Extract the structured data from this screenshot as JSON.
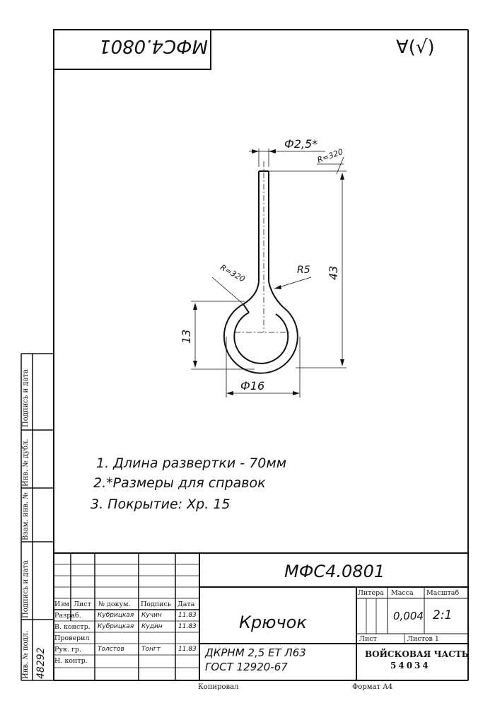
{
  "stamp": {
    "top_code_rotated": "МФС4.0801",
    "roughness_mark": "∀(√)"
  },
  "drawing": {
    "dims": {
      "wire_diameter": "Ф2,5*",
      "top_radius": "R=320",
      "mid_radius": "R=320",
      "bend_radius": "R5",
      "length": "43",
      "ring_height": "13",
      "ring_diameter": "Ф16"
    }
  },
  "notes": [
    "1. Длина развертки - 70мм",
    "2.*Размеры для справок",
    "3. Покрытие: Хр. 15"
  ],
  "side_labels": {
    "sign_date_top": "Подпись и дата",
    "dup_inv": "Инв. № дубл.",
    "replaced_inv": "Взам. инв. №",
    "sign_date_bottom": "Подпись и дата",
    "orig_inv": "Инв. № подл.",
    "orig_inv_value": "48292"
  },
  "title_block": {
    "doc_code": "МФС4.0801",
    "name": "Крючок",
    "material_line1": "ДКРНМ 2,5 ЕТ Л63",
    "material_line2": "ГОСТ 12920-67",
    "col_change": "Изм",
    "col_sheet": "Лист",
    "col_doc": "№ докум.",
    "col_sign": "Подпись",
    "col_date": "Дата",
    "rows": [
      {
        "role": "Разраб.",
        "name": "Кубрицкая",
        "sign": "Кучин",
        "date": "11.83"
      },
      {
        "role": "В. констр.",
        "name": "Кубрицкая",
        "sign": "Кудин",
        "date": "11.83"
      },
      {
        "role": "Проверил",
        "name": "",
        "sign": "",
        "date": ""
      },
      {
        "role": "Рук. гр.",
        "name": "Толстов",
        "sign": "Тонгт",
        "date": "11.83"
      },
      {
        "role": "Н. контр.",
        "name": "",
        "sign": "",
        "date": ""
      }
    ],
    "litera_label": "Литера",
    "mass_label": "Масса",
    "scale_label": "Масштаб",
    "mass_value": "0,004",
    "scale_value": "2:1",
    "sheet_label": "Лист",
    "sheets_label": "Листов 1",
    "org_line1": "ВОЙСКОВАЯ ЧАСТЬ",
    "org_line2": "54034"
  },
  "footer": {
    "copied": "Копировал",
    "format": "Формат А4"
  }
}
